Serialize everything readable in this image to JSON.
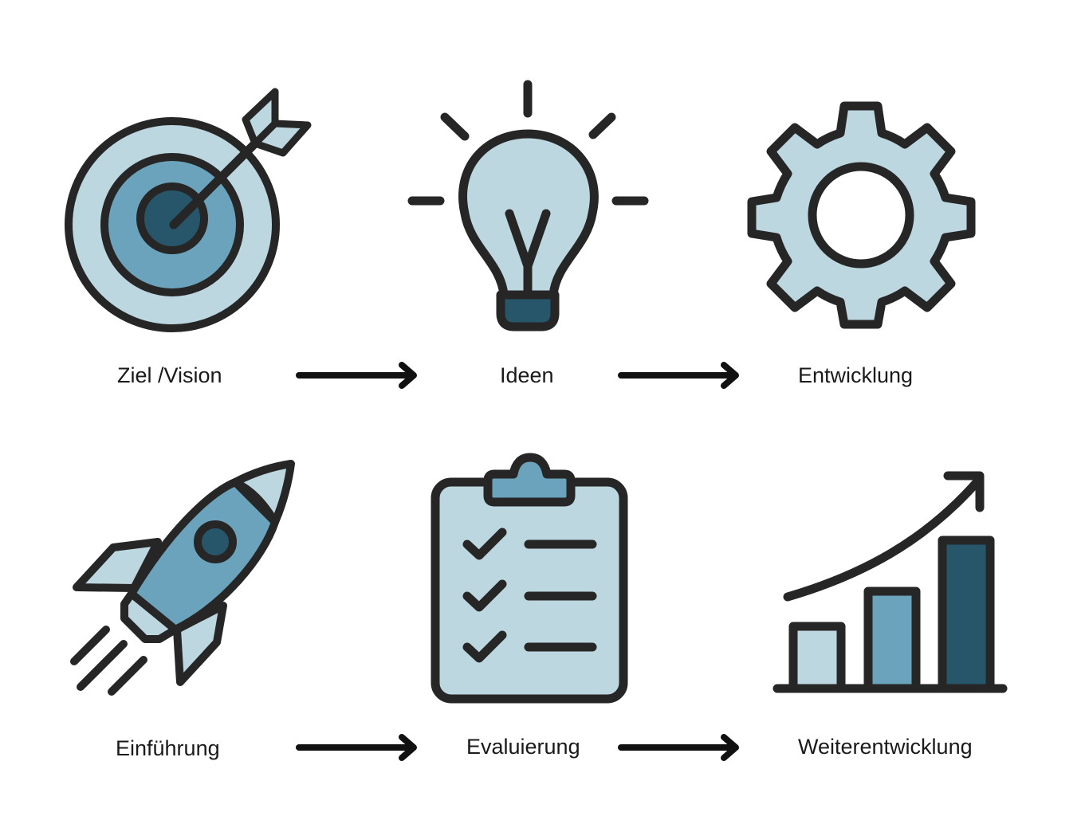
{
  "colors": {
    "outline": "#262626",
    "light": "#bdd7e0",
    "mid": "#6aa3bb",
    "dark": "#27566b",
    "background": "#ffffff"
  },
  "steps": [
    {
      "label": "Ziel /Vision",
      "icon": "target-icon"
    },
    {
      "label": "Ideen",
      "icon": "lightbulb-icon"
    },
    {
      "label": "Entwicklung",
      "icon": "gear-icon"
    },
    {
      "label": "Einführung",
      "icon": "rocket-icon"
    },
    {
      "label": "Evaluierung",
      "icon": "clipboard-checklist-icon"
    },
    {
      "label": "Weiterentwicklung",
      "icon": "growth-chart-icon"
    }
  ],
  "arrows": [
    {
      "from": "Ziel /Vision",
      "to": "Ideen"
    },
    {
      "from": "Ideen",
      "to": "Entwicklung"
    },
    {
      "from": "Einführung",
      "to": "Evaluierung"
    },
    {
      "from": "Evaluierung",
      "to": "Weiterentwicklung"
    }
  ]
}
